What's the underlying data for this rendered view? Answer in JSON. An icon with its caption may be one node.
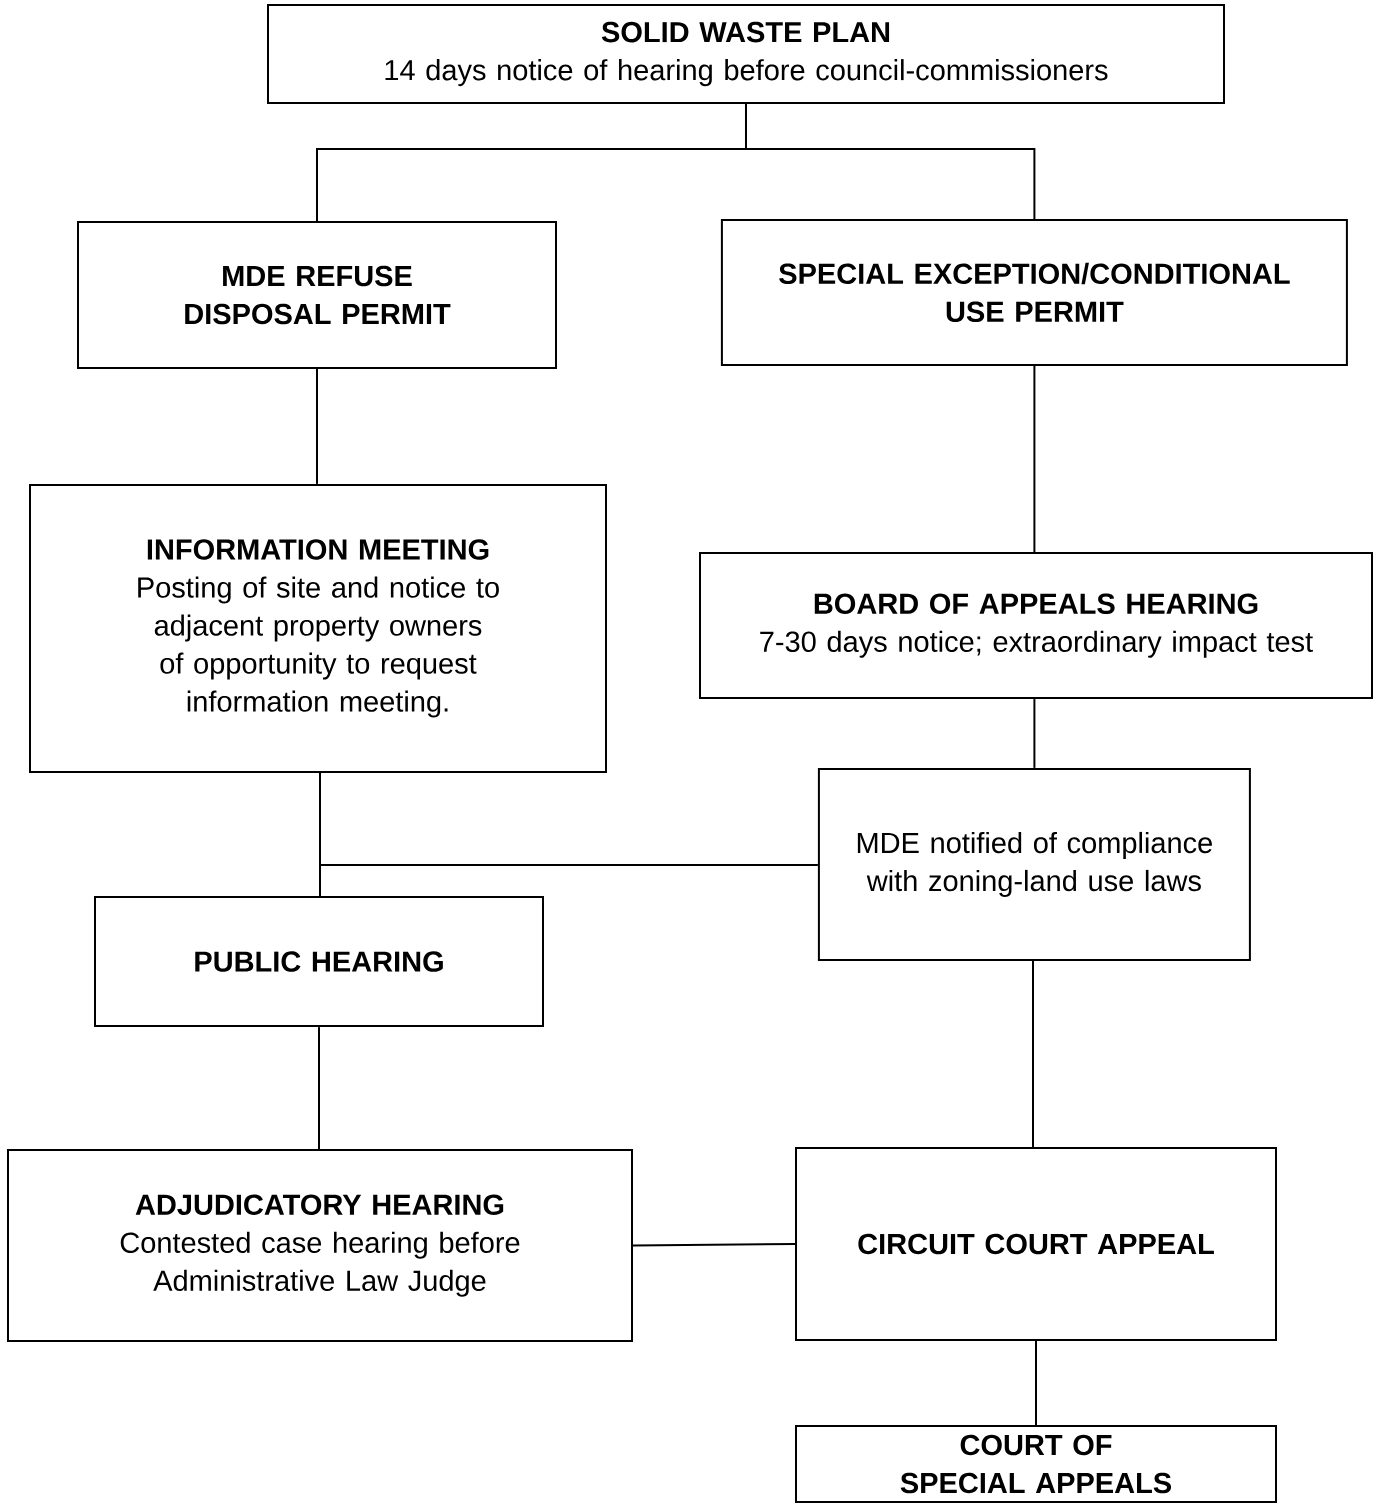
{
  "diagram": {
    "nodes": [
      {
        "text": [
          "SOLID WASTE PLAN",
          "14 days notice of hearing before council-commissioners"
        ]
      },
      {
        "text": [
          "MDE REFUSE DISPOSAL PERMIT"
        ]
      },
      {
        "text": [
          "SPECIAL EXCEPTION/CONDITIONAL USE PERMIT"
        ]
      },
      {
        "text": [
          "INFORMATION MEETING",
          "Posting of site and notice to adjacent property owners of opportunity to request information meeting."
        ]
      },
      {
        "text": [
          "BOARD OF APPEALS HEARING",
          "7-30 days notice; extraordinary impact test"
        ]
      },
      {
        "text": [
          "MDE notified of compliance with zoning-land use laws"
        ]
      },
      {
        "text": [
          "PUBLIC HEARING"
        ]
      },
      {
        "text": [
          "ADJUDICATORY HEARING",
          "Contested case hearing before Administrative Law Judge"
        ]
      },
      {
        "text": [
          "CIRCUIT COURT APPEAL"
        ]
      },
      {
        "text": [
          "COURT OF SPECIAL APPEALS"
        ]
      }
    ],
    "edges": [
      {
        "from": 0,
        "to": 1,
        "arrow": "none"
      },
      {
        "from": 0,
        "to": 2,
        "arrow": "none"
      },
      {
        "from": 1,
        "to": 3,
        "arrow": "none"
      },
      {
        "from": 2,
        "to": 4,
        "arrow": "none"
      },
      {
        "from": 4,
        "to": 5,
        "arrow": "none"
      },
      {
        "from": 3,
        "to": 6,
        "arrow": "none"
      },
      {
        "from": 5,
        "to": 6,
        "arrow": "none"
      },
      {
        "from": 6,
        "to": 7,
        "arrow": "none"
      },
      {
        "from": 7,
        "to": 8,
        "arrow": "none"
      },
      {
        "from": 5,
        "to": 8,
        "arrow": "none"
      },
      {
        "from": 8,
        "to": 9,
        "arrow": "none"
      }
    ]
  }
}
